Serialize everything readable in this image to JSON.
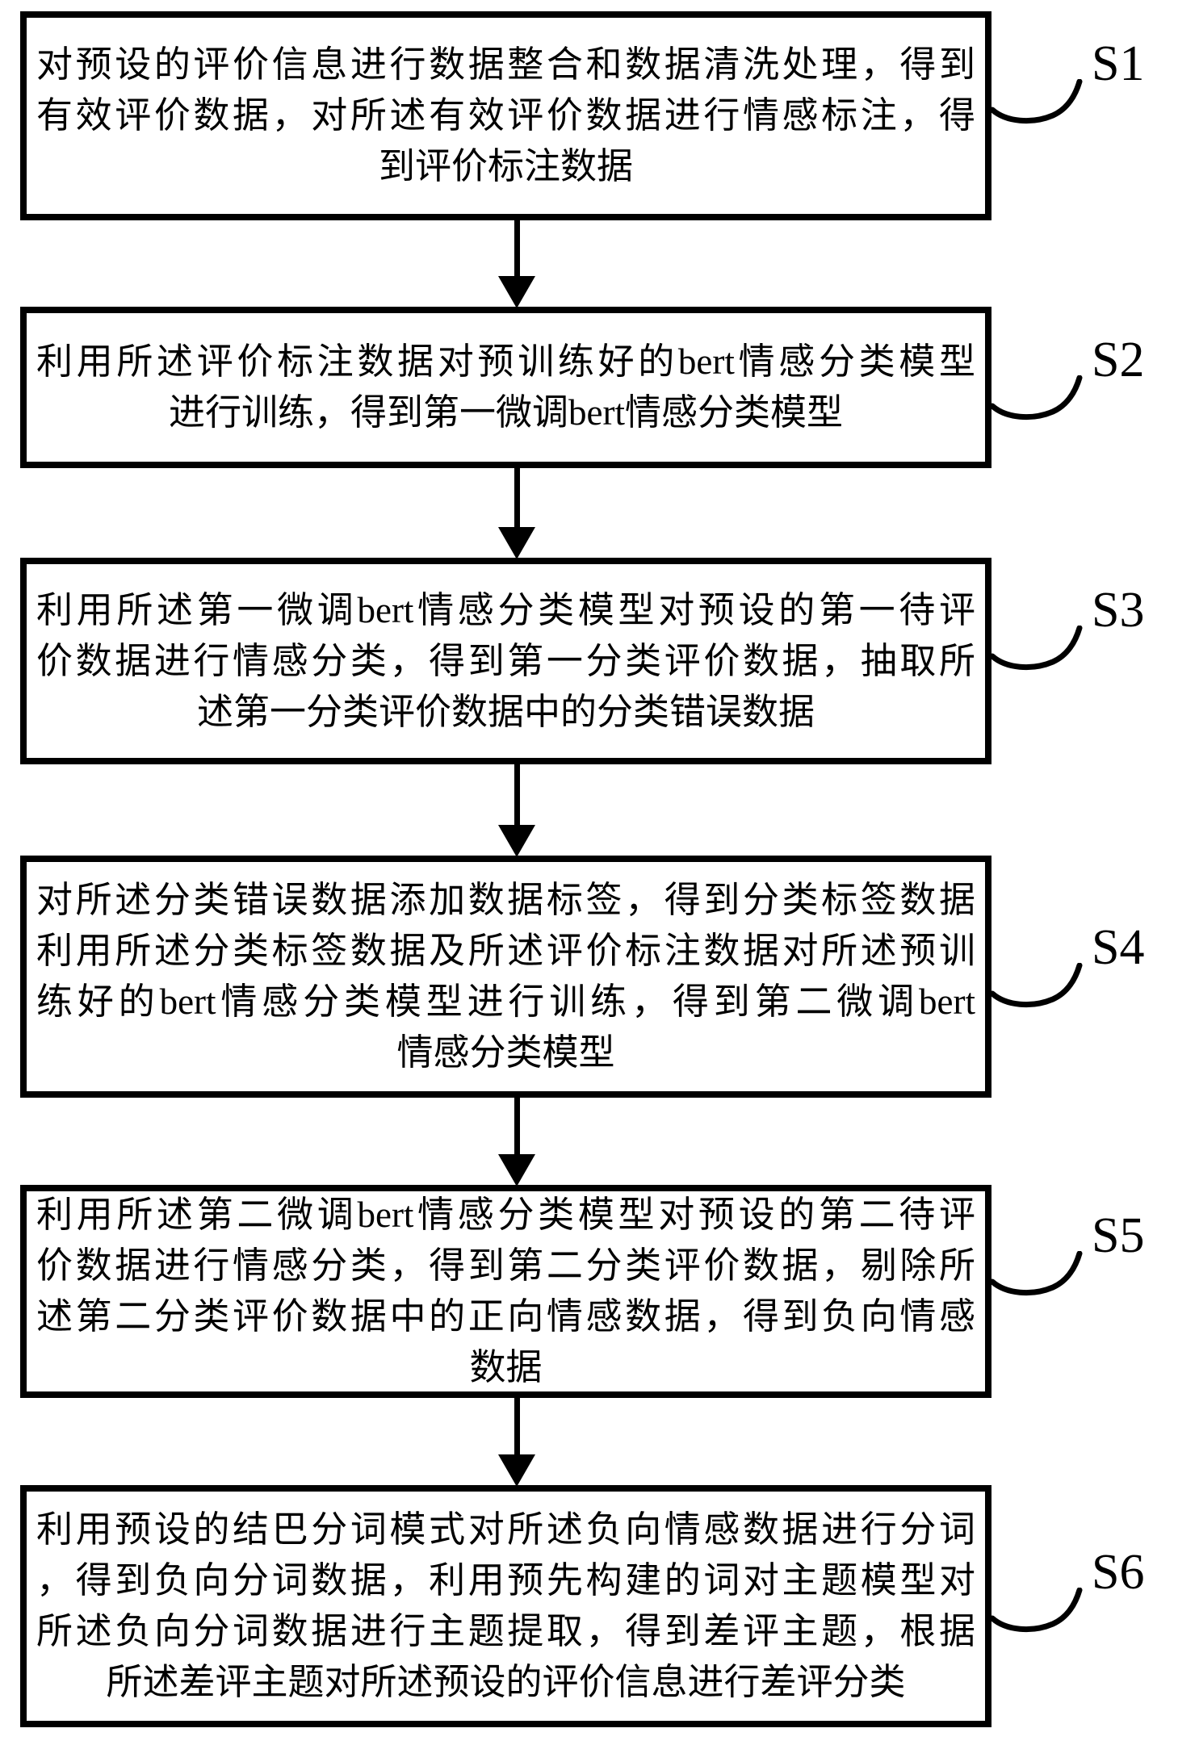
{
  "figure": {
    "colors": {
      "ink": "#000000",
      "background": "#ffffff"
    },
    "steps": [
      {
        "label": "S1",
        "lines": [
          "对预设的评价信息进行数据整合和数据清洗处理，得到",
          "有效评价数据，对所述有效评价数据进行情感标注，得",
          "到评价标注数据"
        ]
      },
      {
        "label": "S2",
        "lines": [
          "利用所述评价标注数据对预训练好的bert情感分类模型",
          "进行训练，得到第一微调bert情感分类模型"
        ]
      },
      {
        "label": "S3",
        "lines": [
          "利用所述第一微调bert情感分类模型对预设的第一待评",
          "价数据进行情感分类，得到第一分类评价数据，抽取所",
          "述第一分类评价数据中的分类错误数据"
        ]
      },
      {
        "label": "S4",
        "lines": [
          "对所述分类错误数据添加数据标签，得到分类标签数据",
          "利用所述分类标签数据及所述评价标注数据对所述预训",
          "练好的bert情感分类模型进行训练，得到第二微调bert",
          "情感分类模型"
        ]
      },
      {
        "label": "S5",
        "lines": [
          "利用所述第二微调bert情感分类模型对预设的第二待评",
          "价数据进行情感分类，得到第二分类评价数据，剔除所",
          "述第二分类评价数据中的正向情感数据，得到负向情感",
          "数据"
        ]
      },
      {
        "label": "S6",
        "lines": [
          "利用预设的结巴分词模式对所述负向情感数据进行分词",
          "，得到负向分词数据，利用预先构建的词对主题模型对",
          "所述负向分词数据进行主题提取，得到差评主题，根据",
          "所述差评主题对所述预设的评价信息进行差评分类"
        ]
      }
    ]
  }
}
